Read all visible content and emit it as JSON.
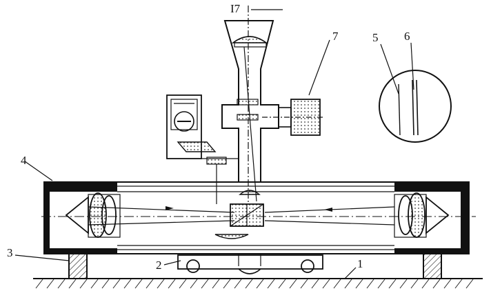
{
  "labels": {
    "top": "I7",
    "eyepiece": "7",
    "line5": "5",
    "line6": "6",
    "tube": "4",
    "foot": "3",
    "carriage": "2",
    "base": "1"
  }
}
